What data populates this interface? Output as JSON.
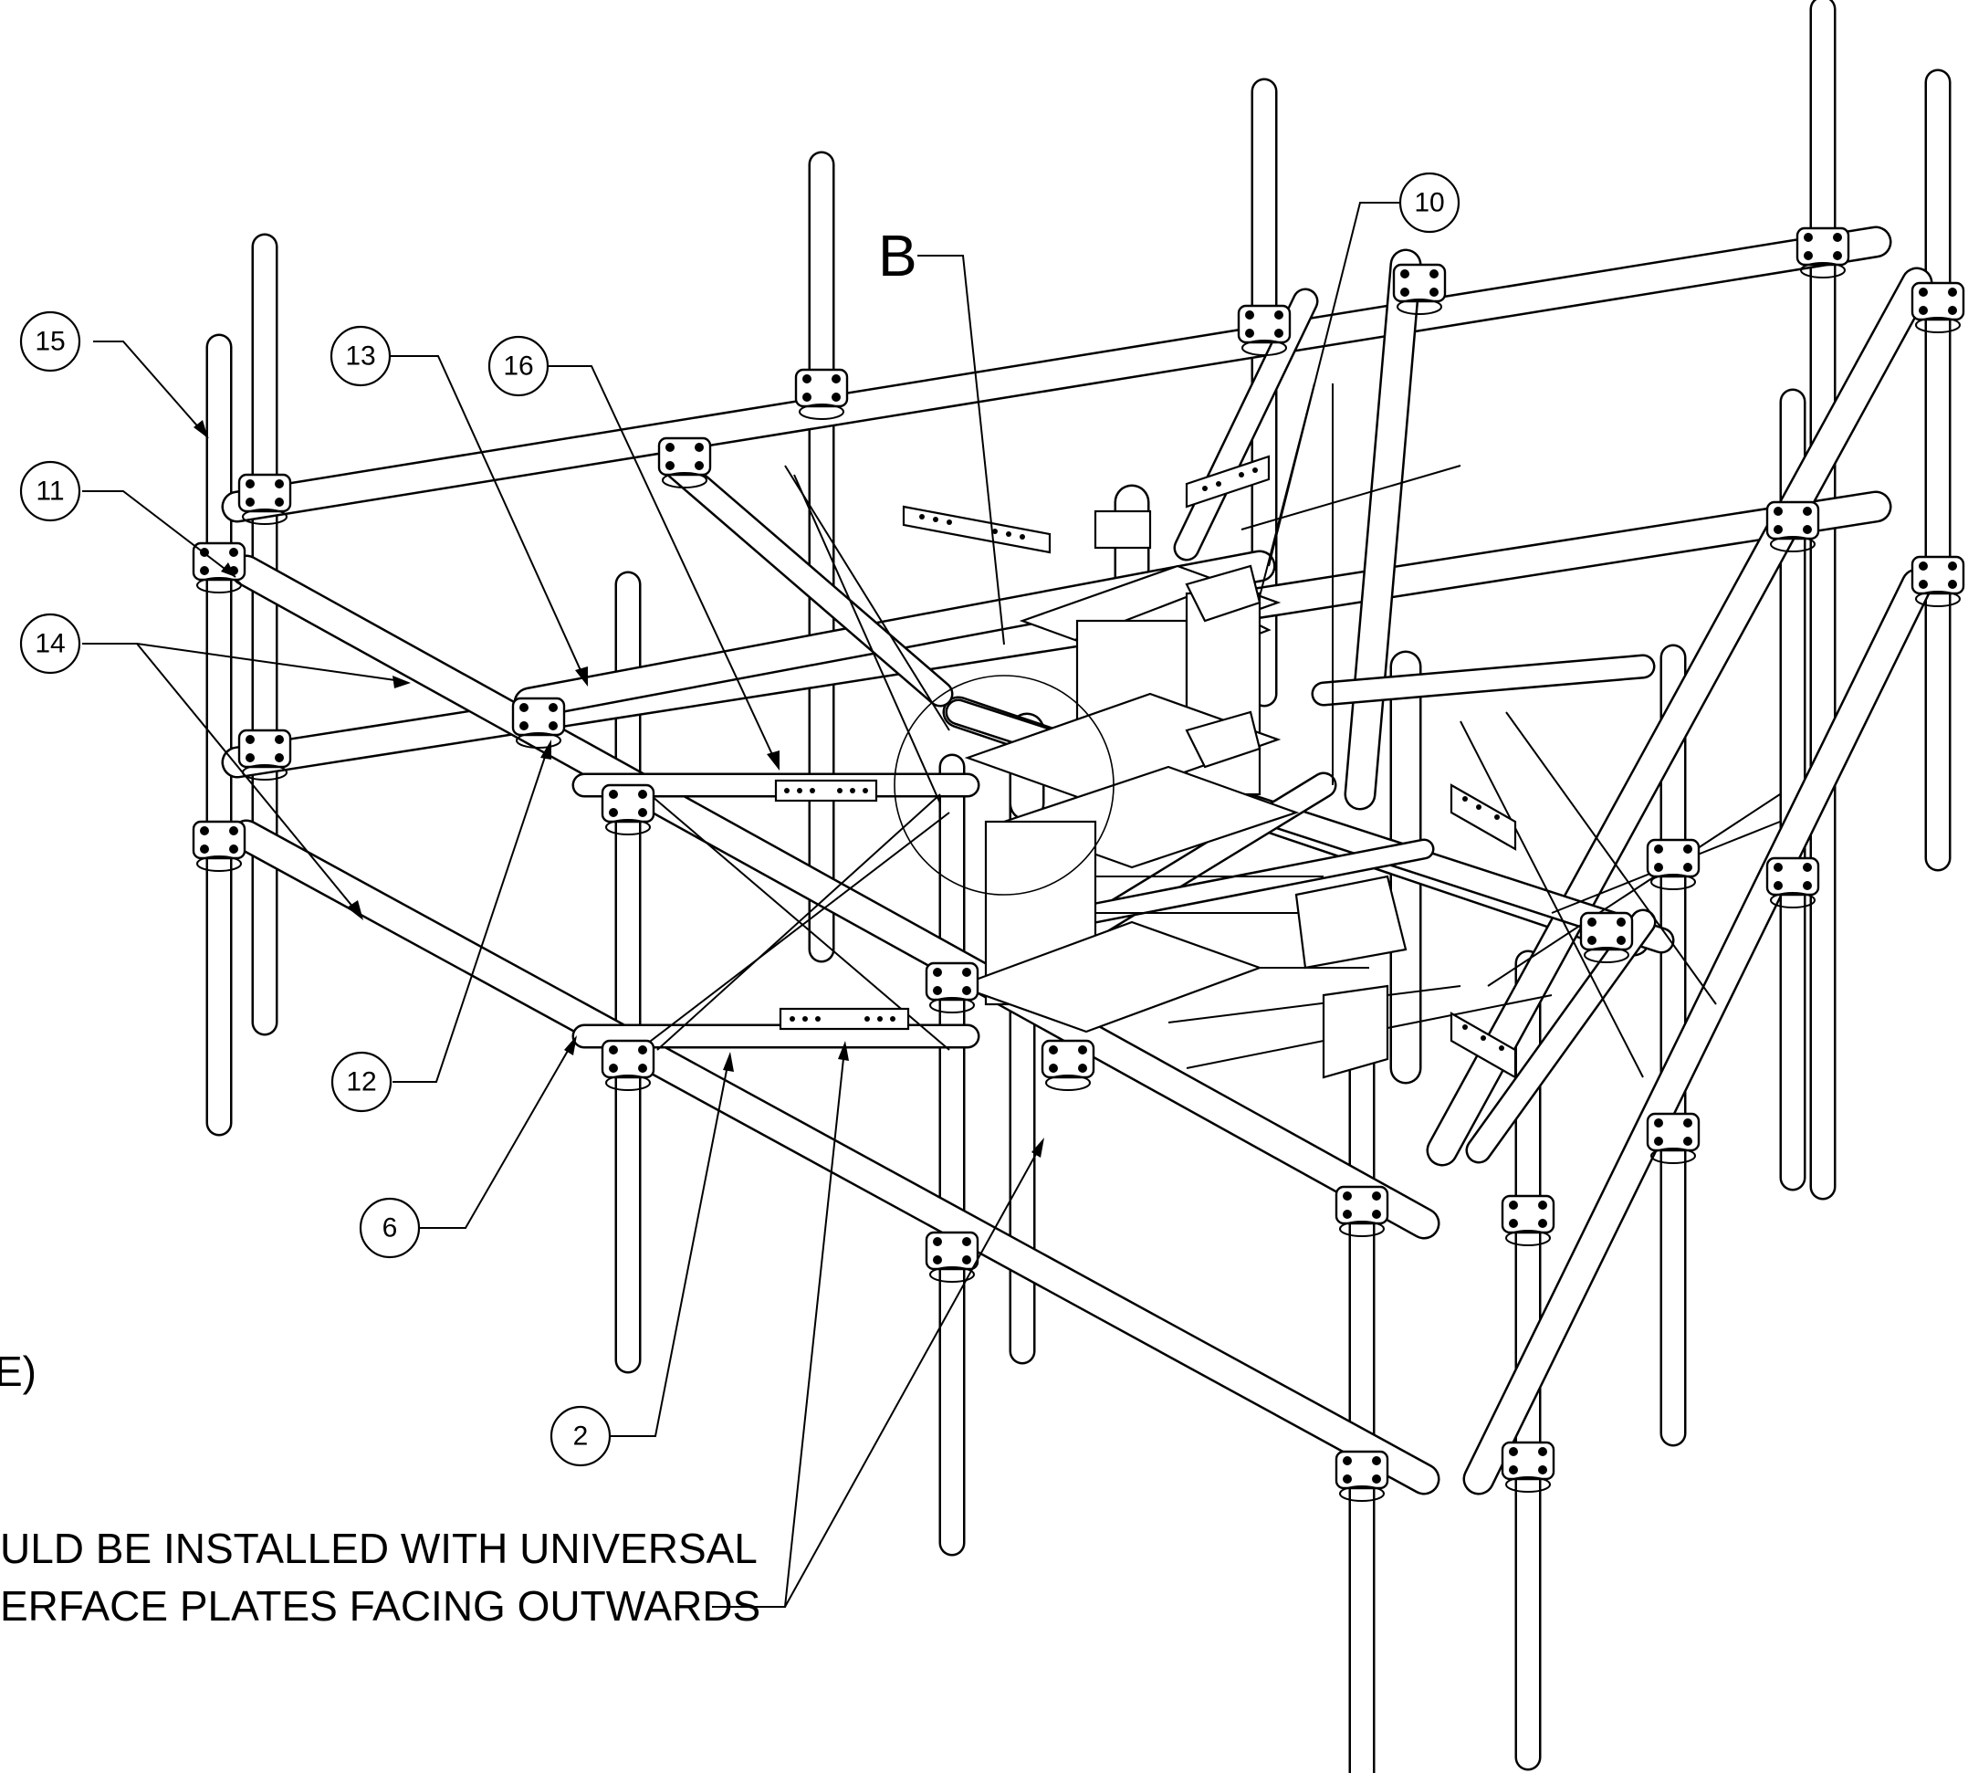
{
  "callouts": [
    {
      "id": "15",
      "label": "15"
    },
    {
      "id": "11",
      "label": "11"
    },
    {
      "id": "14",
      "label": "14"
    },
    {
      "id": "13",
      "label": "13"
    },
    {
      "id": "16",
      "label": "16"
    },
    {
      "id": "10",
      "label": "10"
    },
    {
      "id": "12",
      "label": "12"
    },
    {
      "id": "6",
      "label": "6"
    },
    {
      "id": "2",
      "label": "2"
    }
  ],
  "detail_label": "B",
  "partial_text": "E)",
  "note": {
    "line1": "ULD BE INSTALLED WITH UNIVERSAL",
    "line2": "ERFACE PLATES FACING OUTWARDS"
  },
  "colors": {
    "line": "#000000",
    "background": "#ffffff"
  }
}
